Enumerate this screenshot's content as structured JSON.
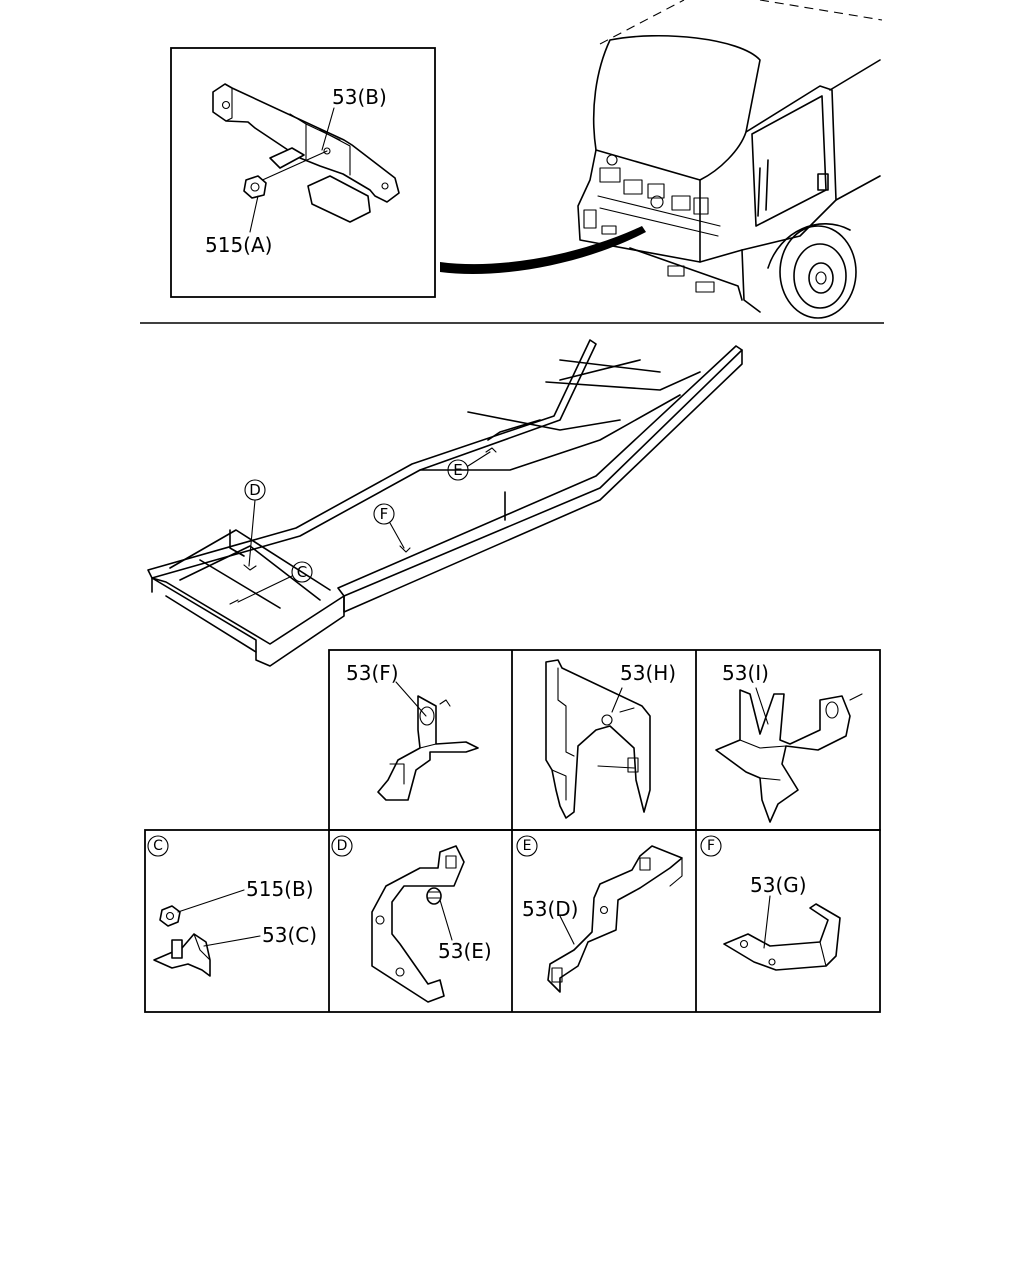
{
  "inset": {
    "label_53B": "53(B)",
    "label_515A": "515(A)"
  },
  "frame_callouts": {
    "D": "D",
    "E": "E",
    "F": "F",
    "C": "C"
  },
  "panels": {
    "p53F": {
      "label": "53(F)"
    },
    "p53H": {
      "label": "53(H)"
    },
    "p53I": {
      "label": "53(I)"
    },
    "pC": {
      "letter": "C",
      "label_515B": "515(B)",
      "label_53C": "53(C)"
    },
    "pD": {
      "letter": "D",
      "label_53E": "53(E)"
    },
    "pE": {
      "letter": "E",
      "label_53D": "53(D)"
    },
    "pF": {
      "letter": "F",
      "label_53G": "53(G)"
    }
  },
  "icons": [
    "nut-icon",
    "bracket-icon",
    "stud-icon",
    "truck-cab-icon",
    "chassis-frame-icon"
  ]
}
